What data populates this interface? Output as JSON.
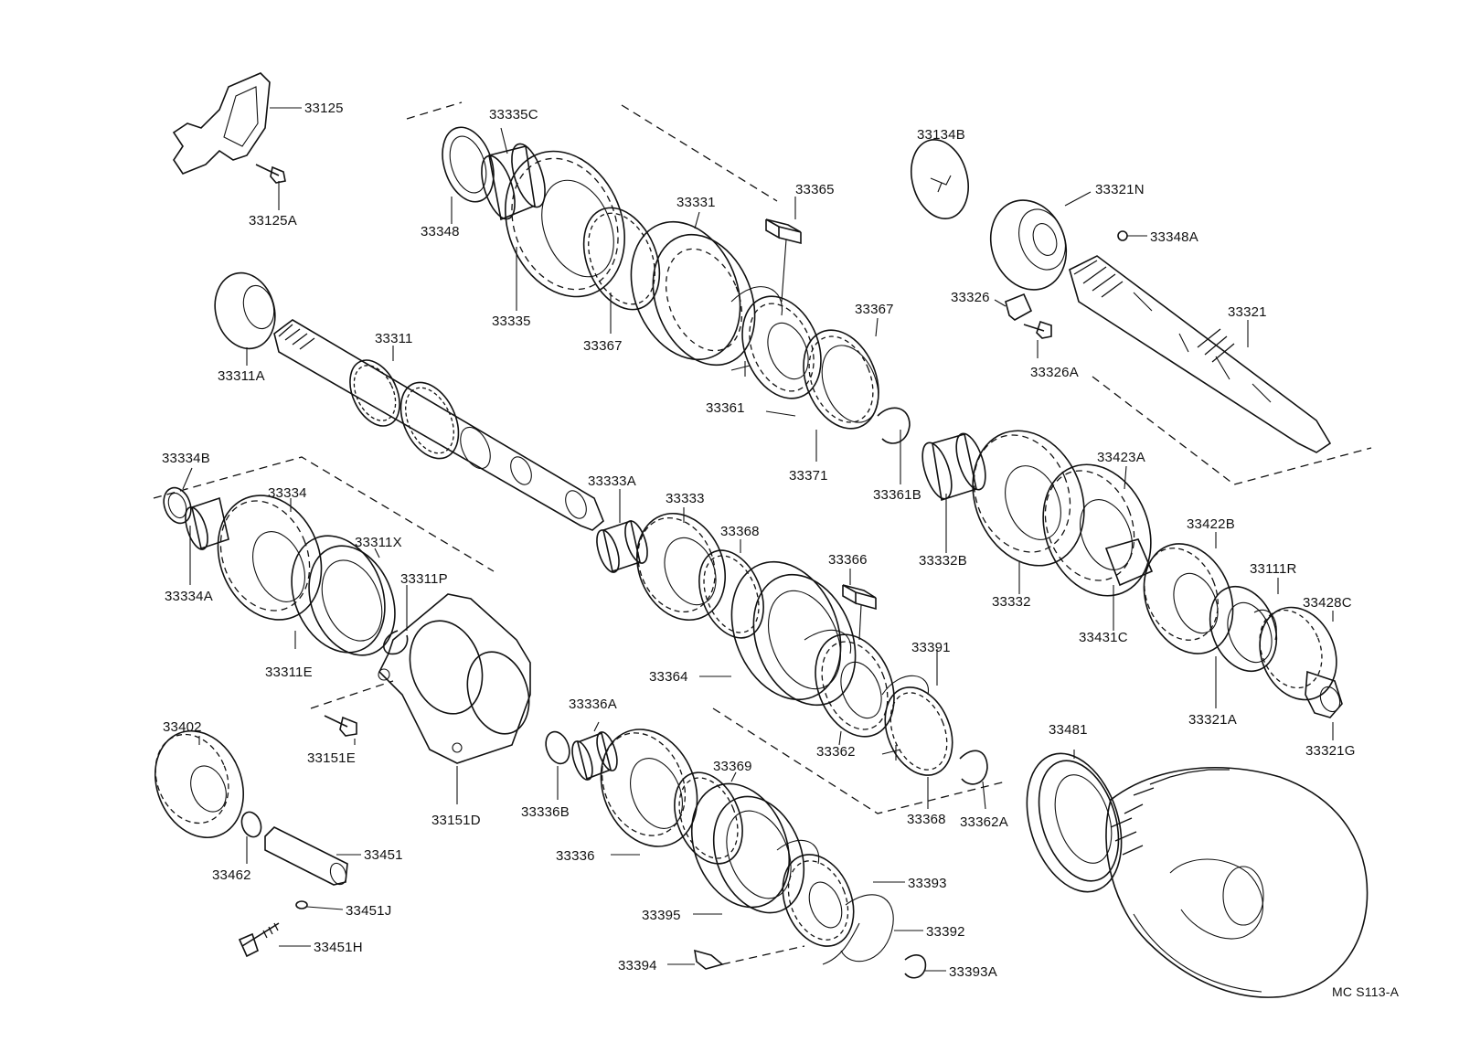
{
  "diagram": {
    "code": "MC S113-A",
    "parts": [
      {
        "id": "p33125",
        "label": "33125"
      },
      {
        "id": "p33125A",
        "label": "33125A"
      },
      {
        "id": "p33335C",
        "label": "33335C"
      },
      {
        "id": "p33348",
        "label": "33348"
      },
      {
        "id": "p33335",
        "label": "33335"
      },
      {
        "id": "p33331",
        "label": "33331"
      },
      {
        "id": "p33367a",
        "label": "33367"
      },
      {
        "id": "p33365",
        "label": "33365"
      },
      {
        "id": "p33367b",
        "label": "33367"
      },
      {
        "id": "p33361",
        "label": "33361"
      },
      {
        "id": "p33371",
        "label": "33371"
      },
      {
        "id": "p33361B",
        "label": "33361B"
      },
      {
        "id": "p33134B",
        "label": "33134B"
      },
      {
        "id": "p33321N",
        "label": "33321N"
      },
      {
        "id": "p33348A",
        "label": "33348A"
      },
      {
        "id": "p33326",
        "label": "33326"
      },
      {
        "id": "p33326A",
        "label": "33326A"
      },
      {
        "id": "p33321",
        "label": "33321"
      },
      {
        "id": "p33311A",
        "label": "33311A"
      },
      {
        "id": "p33311",
        "label": "33311"
      },
      {
        "id": "p33334B",
        "label": "33334B"
      },
      {
        "id": "p33334",
        "label": "33334"
      },
      {
        "id": "p33334A",
        "label": "33334A"
      },
      {
        "id": "p33311X",
        "label": "33311X"
      },
      {
        "id": "p33311P",
        "label": "33311P"
      },
      {
        "id": "p33311E",
        "label": "33311E"
      },
      {
        "id": "p33333A",
        "label": "33333A"
      },
      {
        "id": "p33333",
        "label": "33333"
      },
      {
        "id": "p33368a",
        "label": "33368"
      },
      {
        "id": "p33366",
        "label": "33366"
      },
      {
        "id": "p33364",
        "label": "33364"
      },
      {
        "id": "p33391",
        "label": "33391"
      },
      {
        "id": "p33362",
        "label": "33362"
      },
      {
        "id": "p33368b",
        "label": "33368"
      },
      {
        "id": "p33362A",
        "label": "33362A"
      },
      {
        "id": "p33332B",
        "label": "33332B"
      },
      {
        "id": "p33332",
        "label": "33332"
      },
      {
        "id": "p33423A",
        "label": "33423A"
      },
      {
        "id": "p33431C",
        "label": "33431C"
      },
      {
        "id": "p33422B",
        "label": "33422B"
      },
      {
        "id": "p33111R",
        "label": "33111R"
      },
      {
        "id": "p33428C",
        "label": "33428C"
      },
      {
        "id": "p33321A",
        "label": "33321A"
      },
      {
        "id": "p33321G",
        "label": "33321G"
      },
      {
        "id": "p33151E",
        "label": "33151E"
      },
      {
        "id": "p33151D",
        "label": "33151D"
      },
      {
        "id": "p33402",
        "label": "33402"
      },
      {
        "id": "p33462",
        "label": "33462"
      },
      {
        "id": "p33451",
        "label": "33451"
      },
      {
        "id": "p33451J",
        "label": "33451J"
      },
      {
        "id": "p33451H",
        "label": "33451H"
      },
      {
        "id": "p33336A",
        "label": "33336A"
      },
      {
        "id": "p33336B",
        "label": "33336B"
      },
      {
        "id": "p33336",
        "label": "33336"
      },
      {
        "id": "p33369",
        "label": "33369"
      },
      {
        "id": "p33395",
        "label": "33395"
      },
      {
        "id": "p33393",
        "label": "33393"
      },
      {
        "id": "p33392",
        "label": "33392"
      },
      {
        "id": "p33394",
        "label": "33394"
      },
      {
        "id": "p33393A",
        "label": "33393A"
      },
      {
        "id": "p33481",
        "label": "33481"
      }
    ]
  }
}
